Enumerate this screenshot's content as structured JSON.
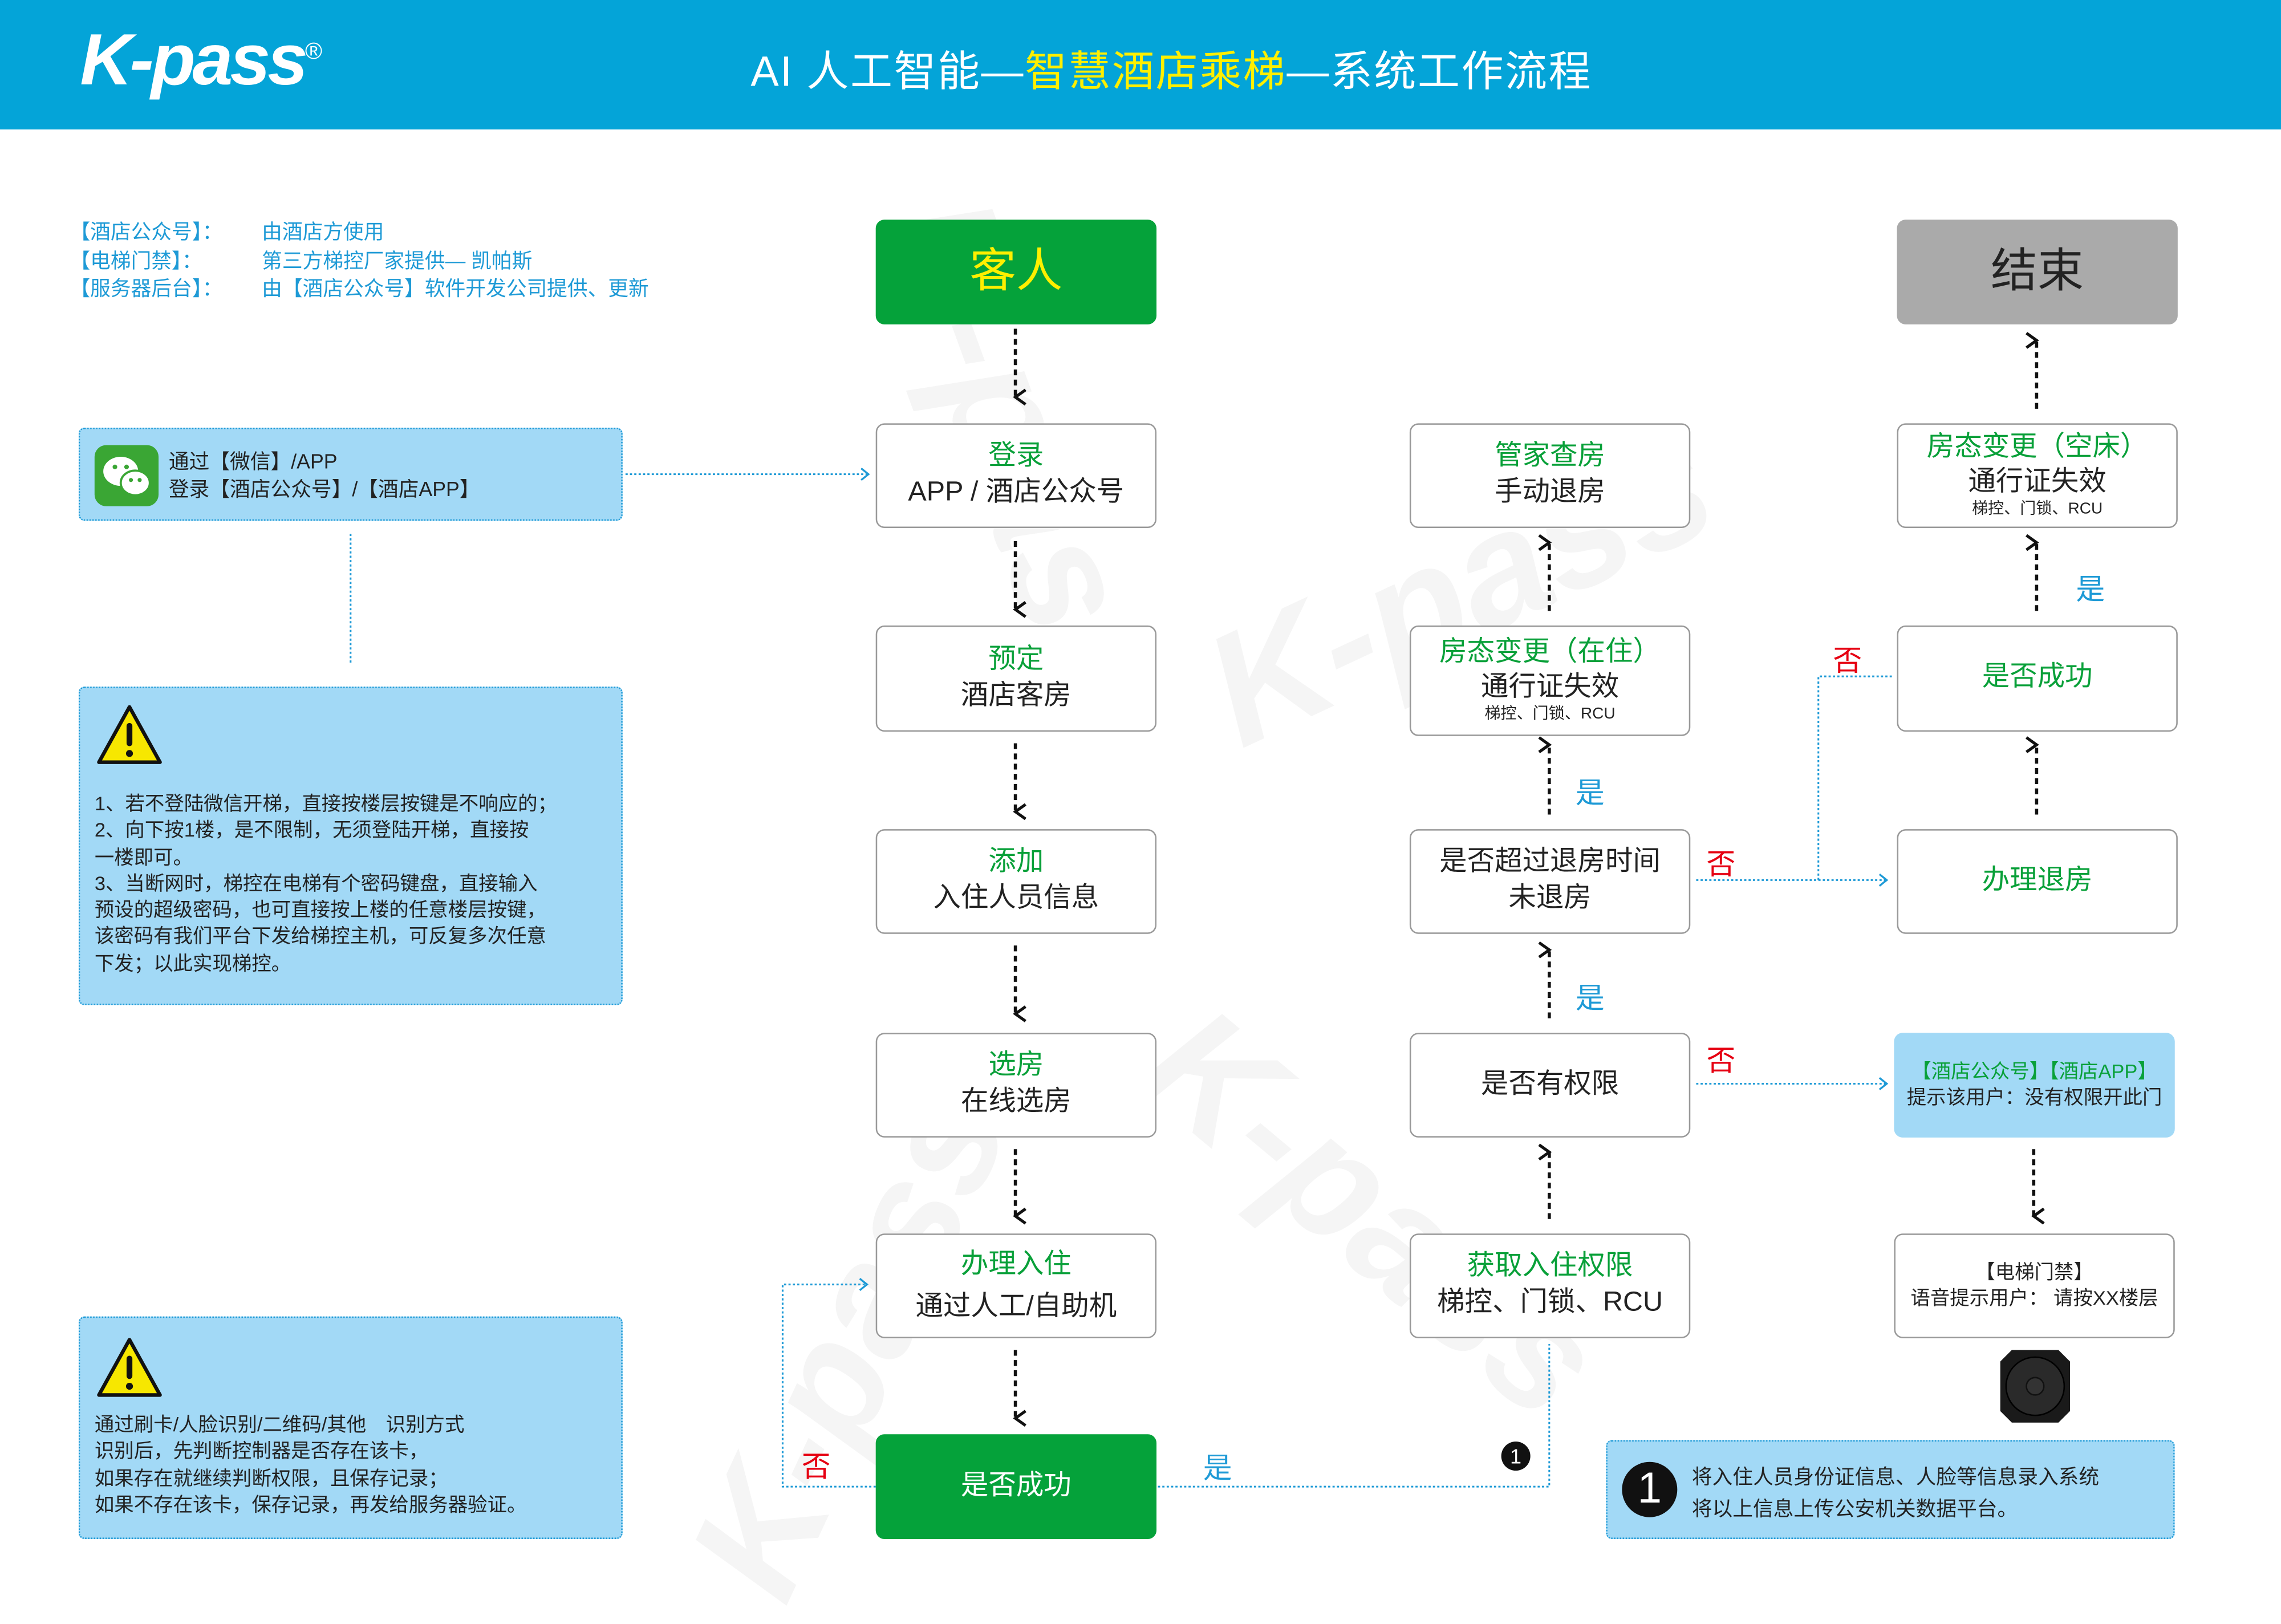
{
  "header": {
    "logo": "K-pass",
    "logo_mark": "®",
    "title_pre": "AI 人工智能—",
    "title_highlight": "智慧酒店乘梯",
    "title_post": "—系统工作流程",
    "colors": {
      "bar": "#04a4d8",
      "highlight": "#ffef00"
    }
  },
  "legend": [
    {
      "key": "【酒店公众号】：",
      "value": "由酒店方使用"
    },
    {
      "key": "【电梯门禁】：",
      "value": "第三方梯控厂家提供— 凯帕斯"
    },
    {
      "key": "【服务器后台】：",
      "value": "由【酒店公众号】软件开发公司提供、更新"
    }
  ],
  "wechat_note": {
    "icon": "wechat-icon",
    "line1": "通过【微信】/APP",
    "line2": "登录【酒店公众号】/【酒店APP】"
  },
  "warning_note_1": {
    "icon": "warning-icon",
    "lines": [
      "1、若不登陆微信开梯，直接按楼层按键是不响应的；",
      "2、向下按1楼，是不限制，无须登陆开梯，直接按",
      "一楼即可。",
      "3、当断网时，梯控在电梯有个密码键盘，直接输入",
      "预设的超级密码，也可直接按上楼的任意楼层按键，",
      "该密码有我们平台下发给梯控主机，可反复多次任意",
      "下发；以此实现梯控。"
    ]
  },
  "warning_note_2": {
    "icon": "warning-icon",
    "lines": [
      "通过刷卡/人脸识别/二维码/其他　识别方式",
      "识别后，先判断控制器是否存在该卡，",
      "如果存在就继续判断权限，且保存记录；",
      "如果不存在该卡，保存记录，再发给服务器验证。"
    ]
  },
  "flow": {
    "guest": "客人",
    "login": {
      "title": "登录",
      "sub": "APP / 酒店公众号"
    },
    "book": {
      "title": "预定",
      "sub": "酒店客房"
    },
    "add": {
      "title": "添加",
      "sub": "入住人员信息"
    },
    "select": {
      "title": "选房",
      "sub": "在线选房"
    },
    "checkin": {
      "title": "办理入住",
      "sub": "通过人工/自助机"
    },
    "success": "是否成功",
    "get_perm": {
      "title": "获取入住权限",
      "sub": "梯控、门锁、RCU"
    },
    "has_perm": "是否有权限",
    "overdue": {
      "line1": "是否超过退房时间",
      "line2": "未退房"
    },
    "status_in": {
      "title": "房态变更（在住）",
      "sub": "通行证失效",
      "small": "梯控、门锁、RCU"
    },
    "butler": {
      "title": "管家查房",
      "sub": "手动退房"
    },
    "checkout": "办理退房",
    "success2": "是否成功",
    "status_empty": {
      "title": "房态变更（空床）",
      "sub": "通行证失效",
      "small": "梯控、门锁、RCU"
    },
    "end": "结束",
    "no_perm": {
      "title": "【酒店公众号】【酒店APP】",
      "sub": "提示该用户：没有权限开此门"
    },
    "elevator": {
      "title": "【电梯门禁】",
      "sub": "语音提示用户： 请按XX楼层"
    },
    "speaker_icon": "speaker-icon"
  },
  "labels": {
    "yes": "是",
    "no": "否",
    "step": "1"
  },
  "footnote": {
    "badge": "1",
    "line1": "将入住人员身份证信息、人脸等信息录入系统",
    "line2": "将以上信息上传公安机关数据平台。"
  },
  "watermark": "K-pass"
}
